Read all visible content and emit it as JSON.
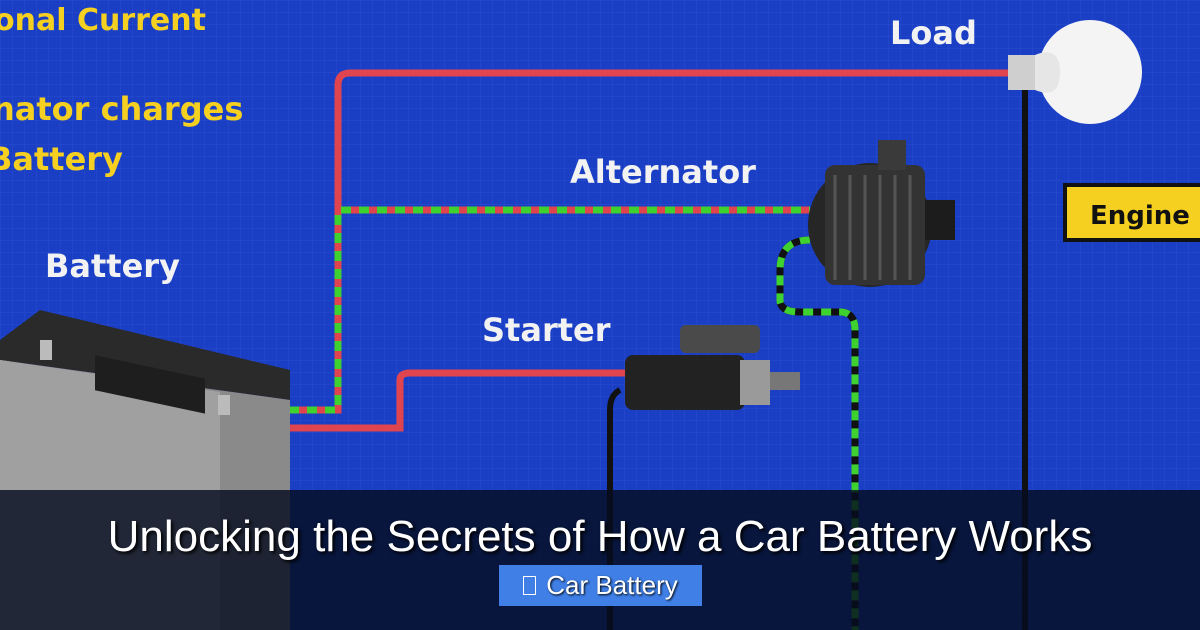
{
  "diagram": {
    "labels": {
      "top_left_1": "onal Current",
      "top_left_2": "nator charges",
      "top_left_3": "Battery",
      "battery": "Battery",
      "alternator": "Alternator",
      "starter": "Starter",
      "load": "Load",
      "engine": "Engine R"
    },
    "colors": {
      "background": "#1a3fc4",
      "wire_positive": "#e0454f",
      "wire_charging": "#3fd12f",
      "label_yellow": "#f5d020"
    }
  },
  "post": {
    "title": "Unlocking the Secrets of How a Car Battery Works",
    "category": "Car Battery",
    "category_icon": "missing-glyph-icon"
  }
}
